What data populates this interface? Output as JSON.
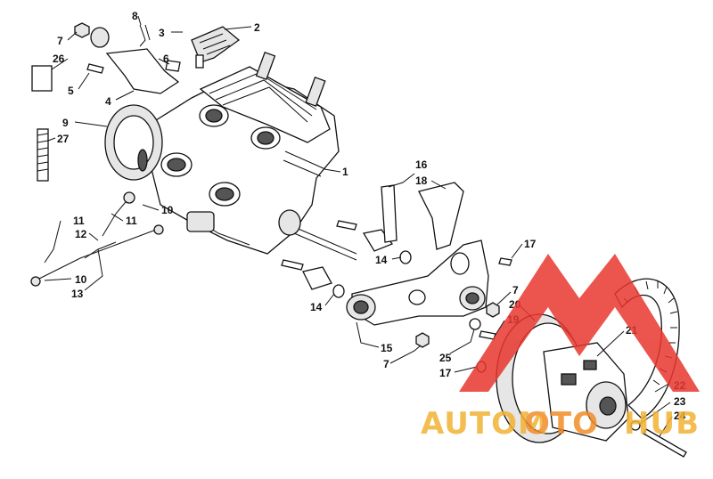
{
  "callouts": [
    {
      "id": "c1",
      "text": "1"
    },
    {
      "id": "c2",
      "text": "2"
    },
    {
      "id": "c3",
      "text": "3"
    },
    {
      "id": "c4",
      "text": "4"
    },
    {
      "id": "c5",
      "text": "5"
    },
    {
      "id": "c6",
      "text": "6"
    },
    {
      "id": "c7a",
      "text": "7"
    },
    {
      "id": "c7b",
      "text": "7"
    },
    {
      "id": "c7c",
      "text": "7"
    },
    {
      "id": "c8",
      "text": "8"
    },
    {
      "id": "c9",
      "text": "9"
    },
    {
      "id": "c10a",
      "text": "10"
    },
    {
      "id": "c10b",
      "text": "10"
    },
    {
      "id": "c11a",
      "text": "11"
    },
    {
      "id": "c11b",
      "text": "11"
    },
    {
      "id": "c12",
      "text": "12"
    },
    {
      "id": "c13",
      "text": "13"
    },
    {
      "id": "c14a",
      "text": "14"
    },
    {
      "id": "c14b",
      "text": "14"
    },
    {
      "id": "c15",
      "text": "15"
    },
    {
      "id": "c16",
      "text": "16"
    },
    {
      "id": "c17a",
      "text": "17"
    },
    {
      "id": "c17b",
      "text": "17"
    },
    {
      "id": "c18",
      "text": "18"
    },
    {
      "id": "c19",
      "text": "19"
    },
    {
      "id": "c20",
      "text": "20"
    },
    {
      "id": "c21",
      "text": "21"
    },
    {
      "id": "c22",
      "text": "22"
    },
    {
      "id": "c23",
      "text": "23"
    },
    {
      "id": "c24",
      "text": "24"
    },
    {
      "id": "c25",
      "text": "25"
    },
    {
      "id": "c26",
      "text": "26"
    },
    {
      "id": "c27",
      "text": "27"
    }
  ],
  "watermark": {
    "text_left": "AUTOM",
    "text_mid": "OTO",
    "text_right": "HUB",
    "color_red": "#e8372e",
    "color_yellow": "#f2b233",
    "color_orange": "#f28c28"
  }
}
